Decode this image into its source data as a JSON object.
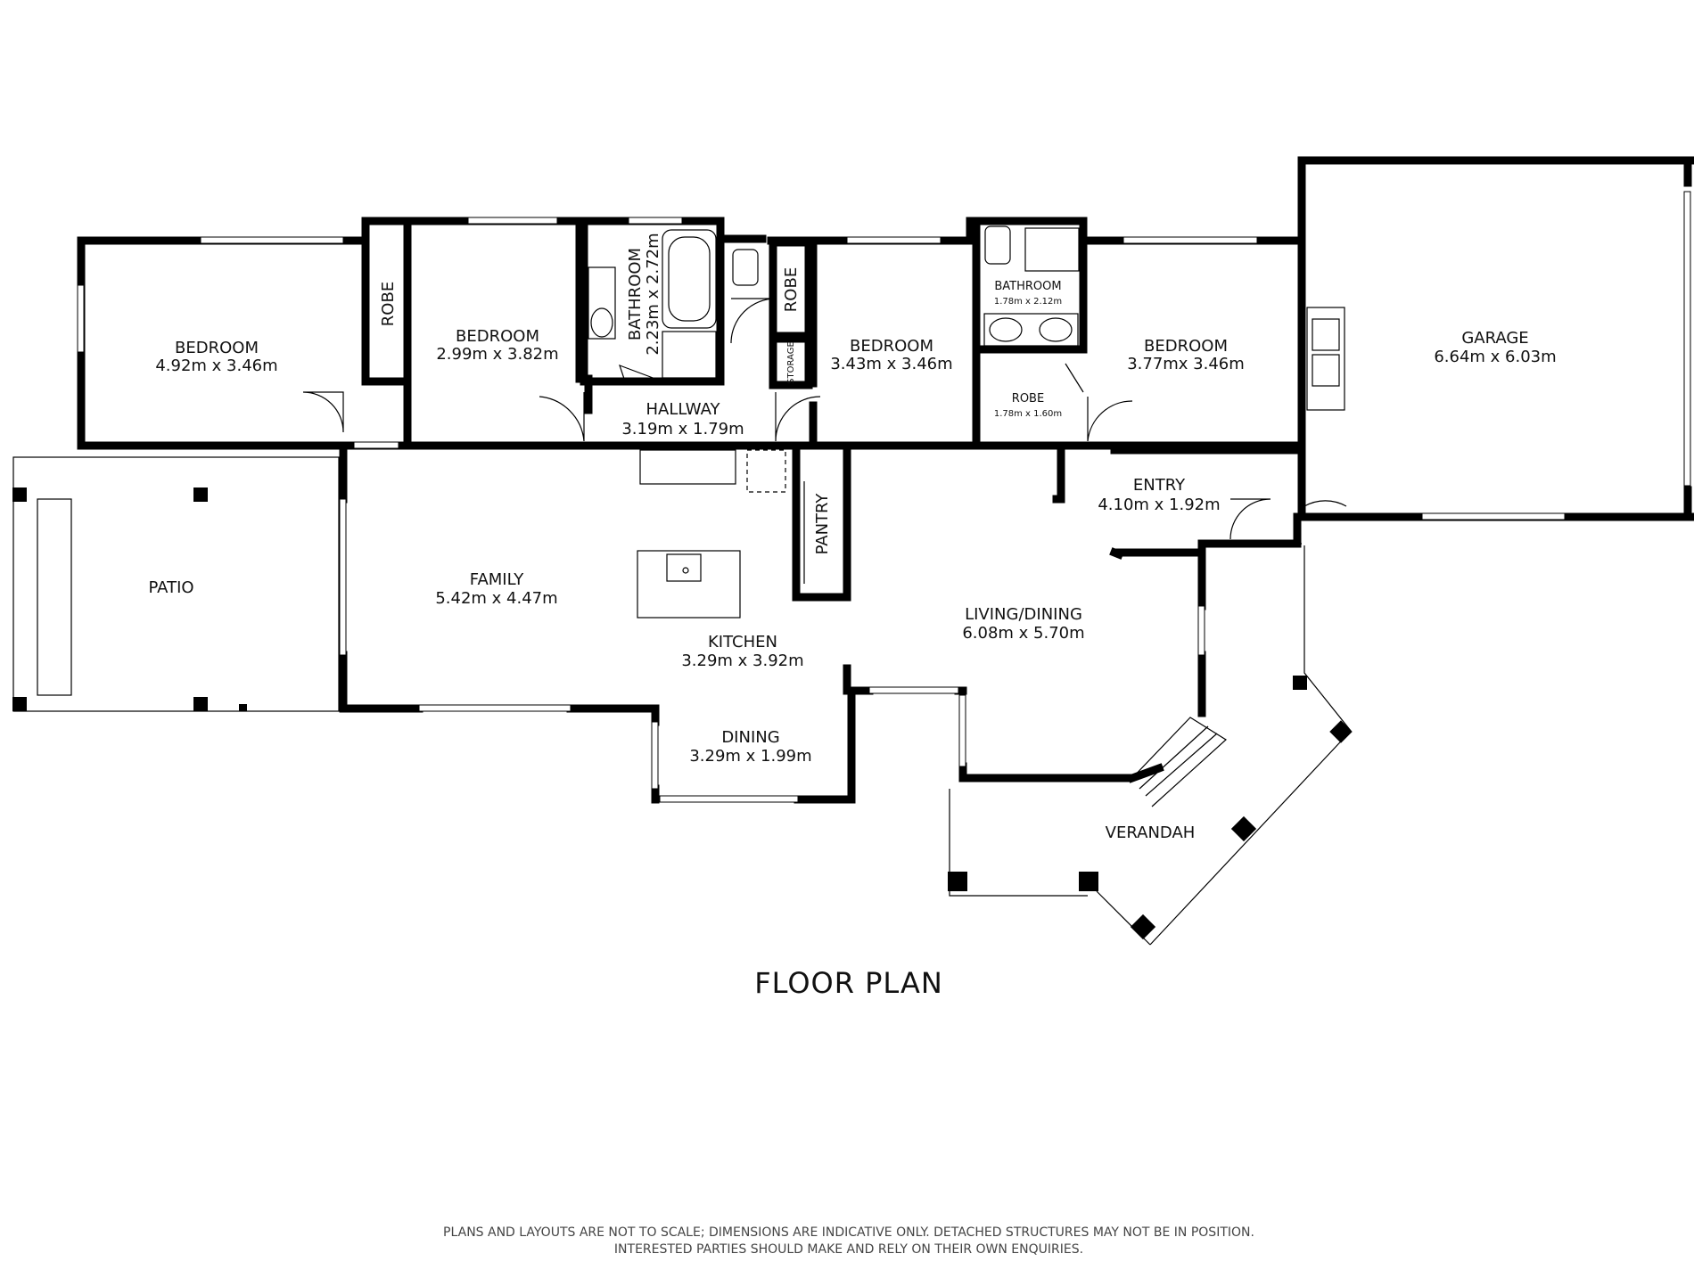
{
  "title": "FLOOR PLAN",
  "disclaimer": {
    "line1": "PLANS AND LAYOUTS ARE NOT TO SCALE; DIMENSIONS ARE INDICATIVE ONLY. DETACHED STRUCTURES MAY NOT BE IN POSITION.",
    "line2": "INTERESTED PARTIES SHOULD MAKE AND RELY ON THEIR OWN ENQUIRIES."
  },
  "rooms": {
    "bedroom1": {
      "name": "BEDROOM",
      "dims": "4.92m x 3.46m"
    },
    "robe1": {
      "name": "ROBE"
    },
    "bedroom2": {
      "name": "BEDROOM",
      "dims": "2.99m x 3.82m"
    },
    "bathroom1": {
      "name": "BATHROOM",
      "dims": "2.23m x 2.72m"
    },
    "robe2": {
      "name": "ROBE"
    },
    "storage": {
      "name": "STORAGE"
    },
    "bedroom3": {
      "name": "BEDROOM",
      "dims": "3.43m x 3.46m"
    },
    "bathroom2": {
      "name": "BATHROOM",
      "dims": "1.78m x 2.12m"
    },
    "robe3": {
      "name": "ROBE",
      "dims": "1.78m x 1.60m"
    },
    "bedroom4": {
      "name": "BEDROOM",
      "dims": "3.77mx 3.46m"
    },
    "garage": {
      "name": "GARAGE",
      "dims": "6.64m x 6.03m"
    },
    "hallway": {
      "name": "HALLWAY",
      "dims": "3.19m x 1.79m"
    },
    "pantry": {
      "name": "PANTRY"
    },
    "entry": {
      "name": "ENTRY",
      "dims": "4.10m x 1.92m"
    },
    "patio": {
      "name": "PATIO"
    },
    "family": {
      "name": "FAMILY",
      "dims": "5.42m x 4.47m"
    },
    "kitchen": {
      "name": "KITCHEN",
      "dims": "3.29m x 3.92m"
    },
    "living": {
      "name": "LIVING/DINING",
      "dims": "6.08m x 5.70m"
    },
    "dining": {
      "name": "DINING",
      "dims": "3.29m x 1.99m"
    },
    "verandah": {
      "name": "VERANDAH"
    }
  }
}
